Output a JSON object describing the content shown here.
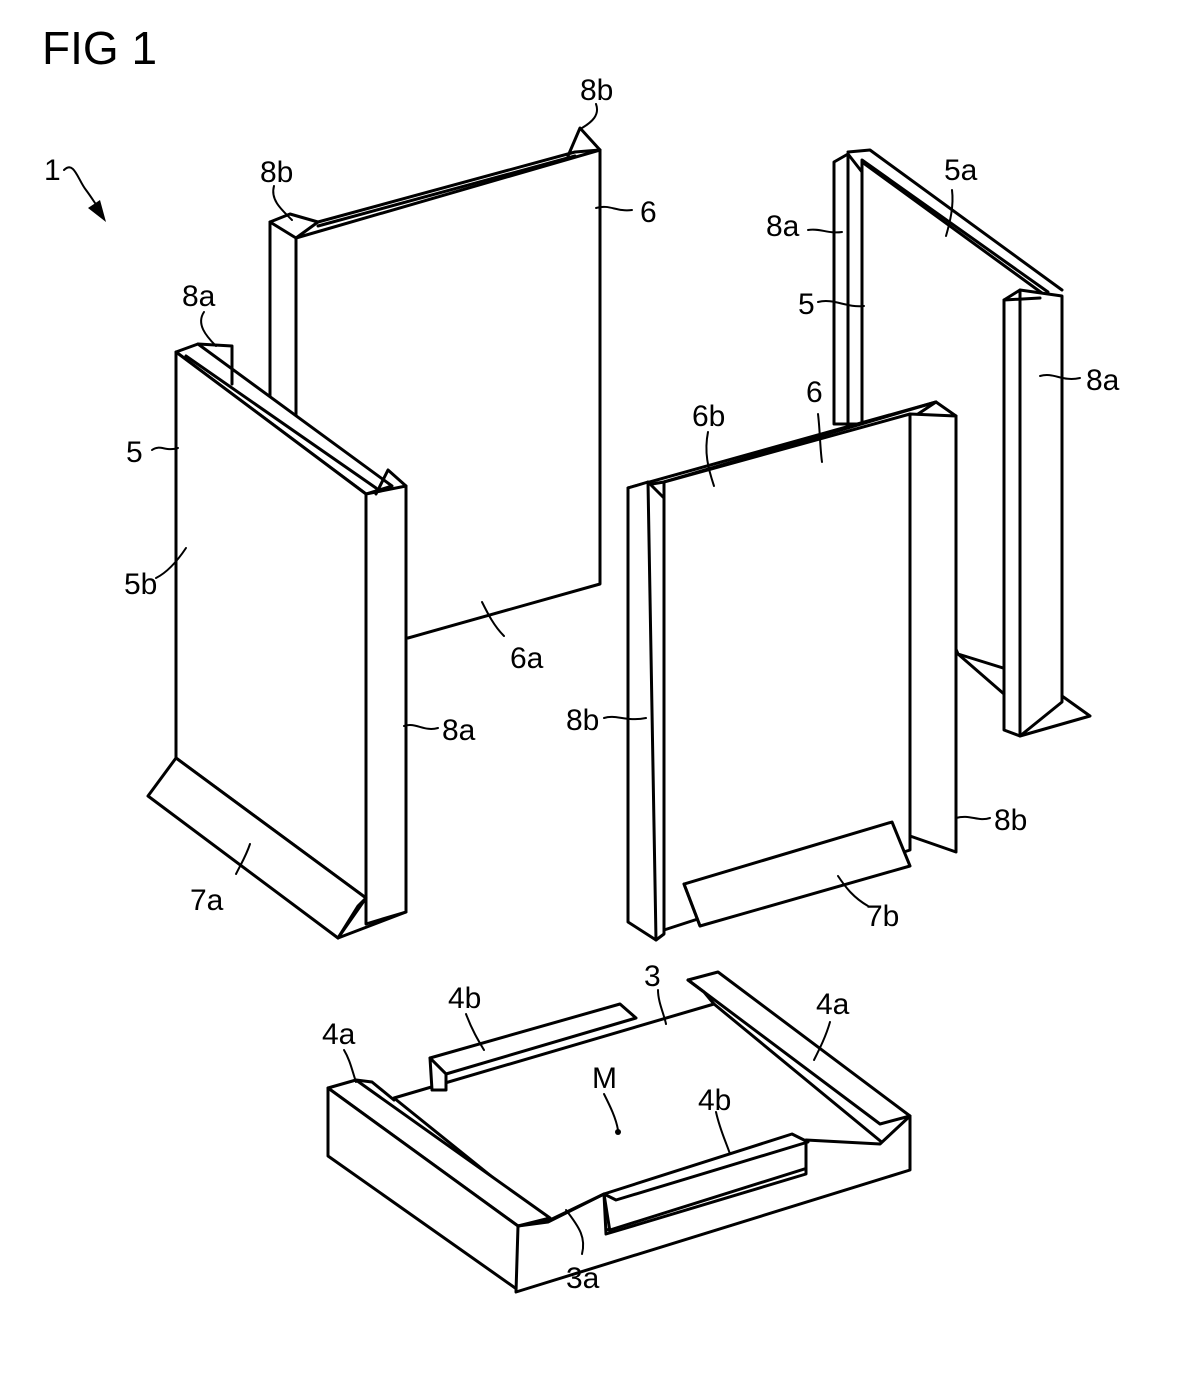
{
  "figure": {
    "title": "FIG 1",
    "labels": {
      "l1": "1",
      "l8b_top": "8b",
      "l8b_left": "8b",
      "l6_back": "6",
      "l8a_left": "8a",
      "l5_left": "5",
      "l5b": "5b",
      "l6a": "6a",
      "l8a_mid": "8a",
      "l7a": "7a",
      "l5a": "5a",
      "l8a_right_top": "8a",
      "l5_right": "5",
      "l8a_right": "8a",
      "l6_front": "6",
      "l6b": "6b",
      "l8b_front_left": "8b",
      "l8b_front_right": "8b",
      "l7b": "7b",
      "l3": "3",
      "l4b_top": "4b",
      "l4a_left": "4a",
      "l4a_right": "4a",
      "lM": "M",
      "l4b_mid": "4b",
      "l3a": "3a"
    }
  }
}
